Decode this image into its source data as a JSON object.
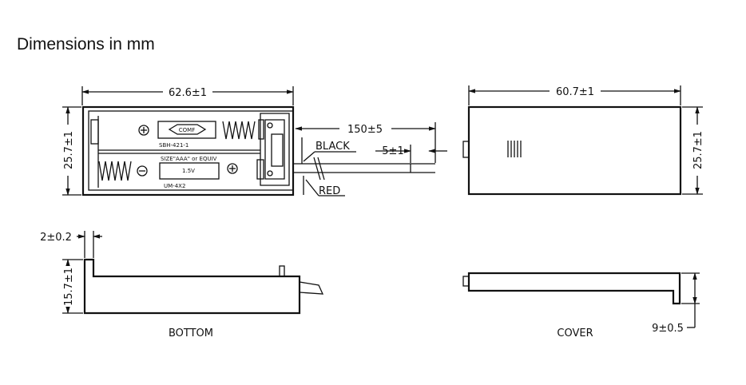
{
  "title": "Dimensions in mm",
  "dimensions": {
    "top_length": "62.6±1",
    "top_height": "25.7±1",
    "wire_length": "150±5",
    "strip_length": "5±1",
    "cover_length": "60.7±1",
    "cover_height": "25.7±1",
    "wall_thickness": "2±0.2",
    "bottom_height": "15.7±1",
    "cover_lip": "9±0.5"
  },
  "wires": {
    "black": "BLACK",
    "red": "RED"
  },
  "views": {
    "bottom": "BOTTOM",
    "cover": "COVER"
  },
  "markings": {
    "logo": "COMF",
    "part_number": "SBH-421-1",
    "size_note": "SIZE\"AAA\" or EQUIV",
    "voltage": "1.5V",
    "cell_type": "UM-4X2"
  },
  "symbols": {
    "plus": "+",
    "minus": "−"
  },
  "colors": {
    "line": "#111111",
    "background": "#ffffff"
  }
}
